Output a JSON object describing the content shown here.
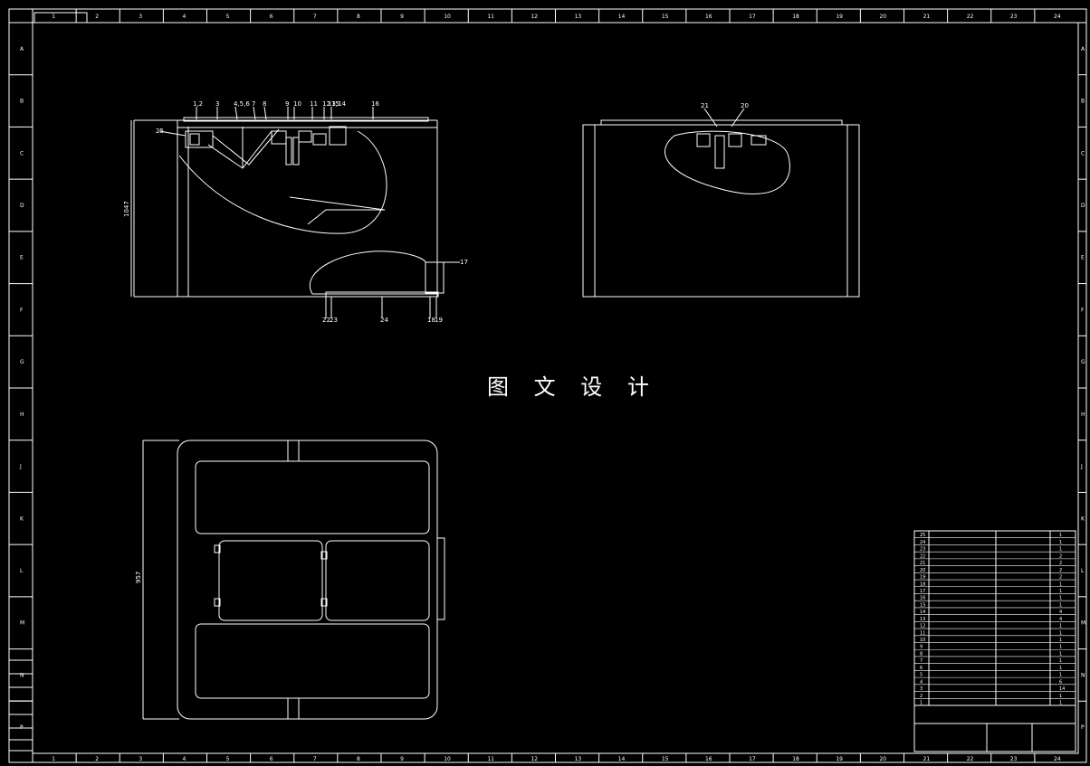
{
  "drawing": {
    "watermark": "图 文 设 计",
    "column_labels": [
      "1",
      "2",
      "3",
      "4",
      "5",
      "6",
      "7",
      "8",
      "9",
      "10",
      "11",
      "12",
      "13",
      "14",
      "15",
      "16",
      "17",
      "18",
      "19",
      "20",
      "21",
      "22",
      "23",
      "24"
    ],
    "row_labels": [
      "A",
      "B",
      "C",
      "D",
      "E",
      "F",
      "G",
      "H",
      "J",
      "K",
      "L",
      "M",
      "N",
      "P"
    ],
    "front_view": {
      "top_balloons": [
        "1,2",
        "3",
        "4,5,6",
        "7",
        "8",
        "9",
        "10",
        "11",
        "12",
        "13,14",
        "15",
        "16"
      ],
      "left_balloon": "25",
      "right_balloon": "17",
      "bottom_balloons": [
        "22",
        "23",
        "24",
        "18",
        "19"
      ],
      "height_dim": "1047"
    },
    "side_view": {
      "balloons": [
        "21",
        "20"
      ]
    },
    "plan_view": {
      "dim_text": "957"
    }
  },
  "bom": {
    "rows": [
      {
        "no": "25",
        "name": "",
        "spec": "",
        "qty": "1"
      },
      {
        "no": "24",
        "name": "",
        "spec": "",
        "qty": "1"
      },
      {
        "no": "23",
        "name": "",
        "spec": "",
        "qty": "1"
      },
      {
        "no": "22",
        "name": "",
        "spec": "",
        "qty": "2"
      },
      {
        "no": "21",
        "name": "",
        "spec": "",
        "qty": "2"
      },
      {
        "no": "20",
        "name": "",
        "spec": "",
        "qty": "2"
      },
      {
        "no": "19",
        "name": "",
        "spec": "",
        "qty": "2"
      },
      {
        "no": "18",
        "name": "",
        "spec": "",
        "qty": "1"
      },
      {
        "no": "17",
        "name": "",
        "spec": "",
        "qty": "1"
      },
      {
        "no": "16",
        "name": "",
        "spec": "",
        "qty": "1"
      },
      {
        "no": "15",
        "name": "",
        "spec": "",
        "qty": "1"
      },
      {
        "no": "14",
        "name": "",
        "spec": "",
        "qty": "4"
      },
      {
        "no": "13",
        "name": "",
        "spec": "",
        "qty": "4"
      },
      {
        "no": "12",
        "name": "",
        "spec": "",
        "qty": "1"
      },
      {
        "no": "11",
        "name": "",
        "spec": "",
        "qty": "1"
      },
      {
        "no": "10",
        "name": "",
        "spec": "",
        "qty": "1"
      },
      {
        "no": "9",
        "name": "",
        "spec": "",
        "qty": "1"
      },
      {
        "no": "8",
        "name": "",
        "spec": "",
        "qty": "1"
      },
      {
        "no": "7",
        "name": "",
        "spec": "",
        "qty": "1"
      },
      {
        "no": "6",
        "name": "",
        "spec": "",
        "qty": "1"
      },
      {
        "no": "5",
        "name": "",
        "spec": "",
        "qty": "1"
      },
      {
        "no": "4",
        "name": "",
        "spec": "",
        "qty": "6"
      },
      {
        "no": "3",
        "name": "",
        "spec": "",
        "qty": "14"
      },
      {
        "no": "2",
        "name": "",
        "spec": "",
        "qty": "1"
      },
      {
        "no": "1",
        "name": "",
        "spec": "",
        "qty": "1"
      }
    ]
  }
}
